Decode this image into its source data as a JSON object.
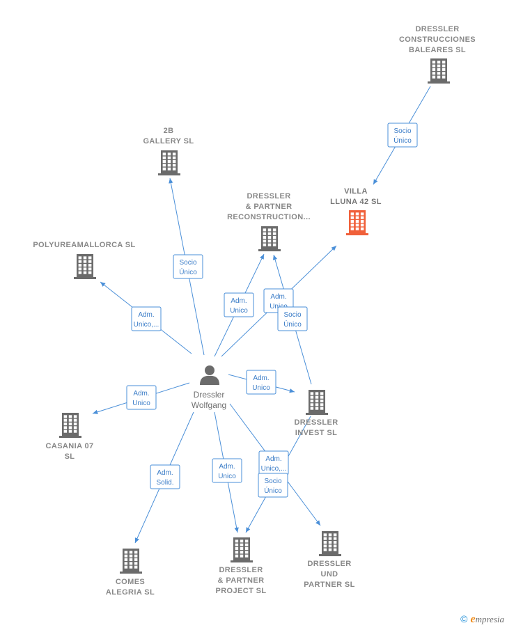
{
  "person": {
    "lines": [
      "Dressler",
      "Wolfgang"
    ]
  },
  "nodes": [
    {
      "id": "dcb",
      "lines": [
        "DRESSLER",
        "CONSTRUCCIONES",
        "BALEARES  SL"
      ],
      "main": false
    },
    {
      "id": "2b",
      "lines": [
        "2B",
        "GALLERY  SL"
      ],
      "main": false
    },
    {
      "id": "villa",
      "lines": [
        "VILLA",
        "LLUNA 42  SL"
      ],
      "main": true
    },
    {
      "id": "dpr",
      "lines": [
        "DRESSLER",
        "& PARTNER",
        "RECONSTRUCTION..."
      ],
      "main": false
    },
    {
      "id": "poly",
      "lines": [
        "POLYUREAMALLORCA SL"
      ],
      "main": false
    },
    {
      "id": "casania",
      "lines": [
        "CASANIA 07",
        "SL"
      ],
      "main": false
    },
    {
      "id": "dinv",
      "lines": [
        "DRESSLER",
        "INVEST  SL"
      ],
      "main": false
    },
    {
      "id": "comes",
      "lines": [
        "COMES",
        "ALEGRIA  SL"
      ],
      "main": false
    },
    {
      "id": "dpp",
      "lines": [
        "DRESSLER",
        "& PARTNER",
        "PROJECT  SL"
      ],
      "main": false
    },
    {
      "id": "dup",
      "lines": [
        "DRESSLER",
        "UND",
        "PARTNER  SL"
      ],
      "main": false
    }
  ],
  "edges": [
    {
      "from": "dcb",
      "to": "villa",
      "label": [
        "Socio",
        "Único"
      ]
    },
    {
      "from": "person",
      "to": "2b",
      "label": [
        "Socio",
        "Único"
      ]
    },
    {
      "from": "person",
      "to": "dpr",
      "label": [
        "Adm.",
        "Unico"
      ]
    },
    {
      "from": "person",
      "to": "villa",
      "label": [
        "Adm.",
        "Unico"
      ]
    },
    {
      "from": "dinv",
      "to": "dpr",
      "label": [
        "Socio",
        "Único"
      ]
    },
    {
      "from": "person",
      "to": "poly",
      "label": [
        "Adm.",
        "Unico,..."
      ]
    },
    {
      "from": "person",
      "to": "casania",
      "label": [
        "Adm.",
        "Unico"
      ]
    },
    {
      "from": "person",
      "to": "dinv",
      "label": [
        "Adm.",
        "Unico"
      ]
    },
    {
      "from": "person",
      "to": "comes",
      "label": [
        "Adm.",
        "Solid."
      ]
    },
    {
      "from": "person",
      "to": "dpp",
      "label": [
        "Adm.",
        "Unico"
      ]
    },
    {
      "from": "person",
      "to": "dup",
      "label": [
        "Adm.",
        "Unico,..."
      ]
    },
    {
      "from": "dinv",
      "to": "dpp",
      "label": [
        "Socio",
        "Único"
      ]
    }
  ],
  "colors": {
    "edge": "#4a8fd8",
    "building": "#6b6b6b",
    "main_building": "#f0603a",
    "person": "#6b6b6b"
  },
  "brand": {
    "symbol": "©",
    "initial": "e",
    "rest": "mpresia"
  }
}
